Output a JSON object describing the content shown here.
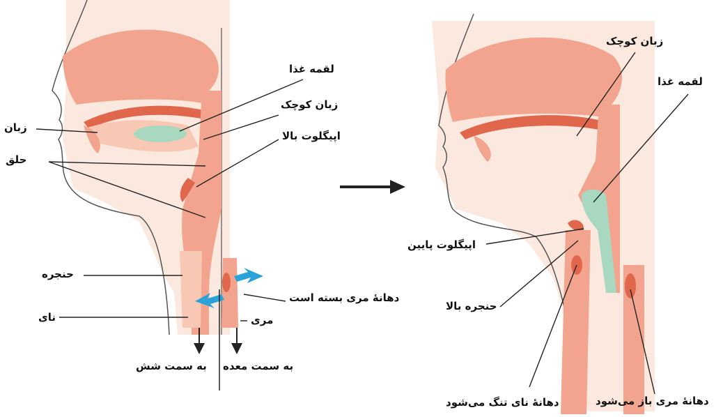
{
  "left_panel": {
    "labels": {
      "food_bolus": "لقمه غذا",
      "uvula": "زبان کوچک",
      "epiglottis_up": "اپیگلوت بالا",
      "tongue": "زبان",
      "pharynx": "حلق",
      "larynx": "حنجره",
      "esophagus_closed": "دهانۀ مری بسته است",
      "trachea": "نای",
      "esophagus": "مری",
      "to_lungs": "به سمت شش",
      "to_stomach": "به سمت معده"
    }
  },
  "right_panel": {
    "labels": {
      "uvula": "زبان کوچک",
      "food_bolus": "لقمه غذا",
      "epiglottis_down": "اپیگلوت پایین",
      "larynx_up": "حنجره بالا",
      "trachea_narrows": "دهانۀ نای تنگ می‌شود",
      "esophagus_opens": "دهانۀ مری باز می‌شود"
    }
  },
  "colors": {
    "tissue": "#f3a48e",
    "tissue_dark": "#e0664c",
    "tissue_light": "#f8c8b4",
    "background_skin": "#fbe9e0",
    "food": "#a9d8c0",
    "arrow_blue": "#29a3d8",
    "line": "#222222"
  },
  "icons": [
    "right-arrow-icon",
    "blue-arrow-icon",
    "down-arrow-icon"
  ]
}
